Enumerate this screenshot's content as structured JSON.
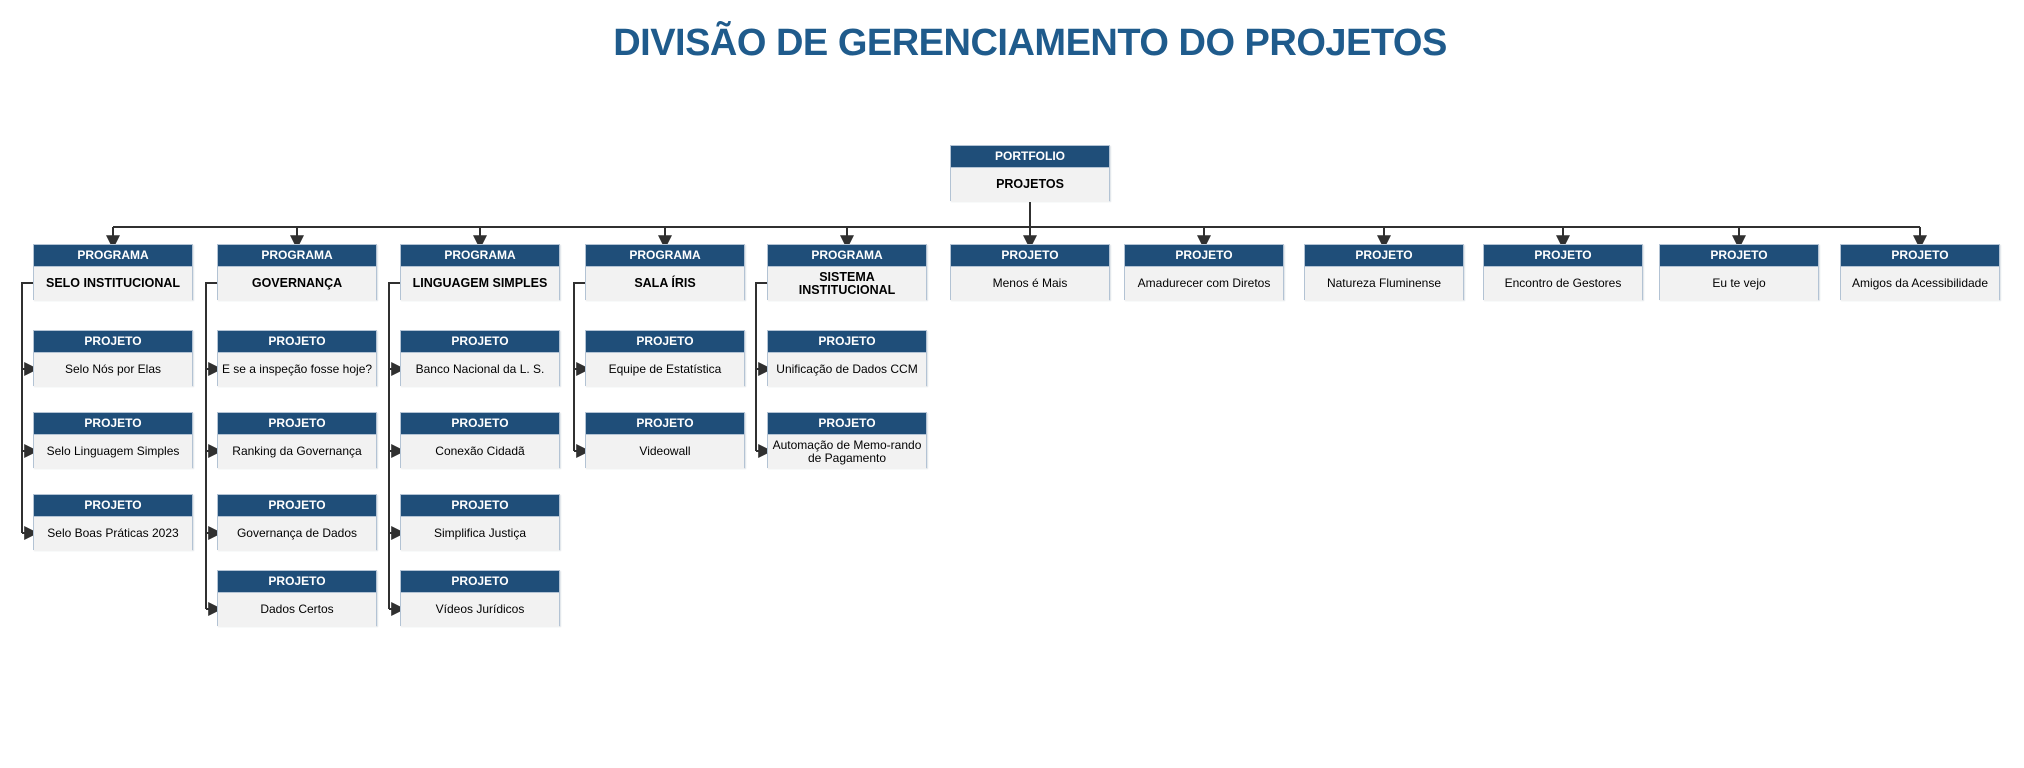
{
  "title": "DIVISÃO DE GERENCIAMENTO DO PROJETOS",
  "colors": {
    "header_bg": "#1F4E79",
    "body_bg": "#F2F2F2",
    "title": "#1F5B8C",
    "connector": "#303030"
  },
  "root": {
    "type_label": "PORTFOLIO",
    "name": "PROJETOS"
  },
  "columns": [
    {
      "type_label": "PROGRAMA",
      "name": "SELO INSTITUCIONAL",
      "children": [
        {
          "type_label": "PROJETO",
          "name": "Selo Nós por Elas"
        },
        {
          "type_label": "PROJETO",
          "name": "Selo Linguagem Simples"
        },
        {
          "type_label": "PROJETO",
          "name": "Selo Boas Práticas 2023"
        }
      ]
    },
    {
      "type_label": "PROGRAMA",
      "name": "GOVERNANÇA",
      "children": [
        {
          "type_label": "PROJETO",
          "name": "E se a inspeção fosse hoje?"
        },
        {
          "type_label": "PROJETO",
          "name": "Ranking da Governança"
        },
        {
          "type_label": "PROJETO",
          "name": "Governança de Dados"
        },
        {
          "type_label": "PROJETO",
          "name": "Dados Certos"
        }
      ]
    },
    {
      "type_label": "PROGRAMA",
      "name": "LINGUAGEM SIMPLES",
      "children": [
        {
          "type_label": "PROJETO",
          "name": "Banco Nacional da L. S."
        },
        {
          "type_label": "PROJETO",
          "name": "Conexão Cidadã"
        },
        {
          "type_label": "PROJETO",
          "name": "Simplifica Justiça"
        },
        {
          "type_label": "PROJETO",
          "name": "Vídeos Jurídicos"
        }
      ]
    },
    {
      "type_label": "PROGRAMA",
      "name": "SALA ÍRIS",
      "children": [
        {
          "type_label": "PROJETO",
          "name": "Equipe de Estatística"
        },
        {
          "type_label": "PROJETO",
          "name": "Videowall"
        }
      ]
    },
    {
      "type_label": "PROGRAMA",
      "name": "SISTEMA INSTITUCIONAL",
      "children": [
        {
          "type_label": "PROJETO",
          "name": "Unificação de Dados CCM"
        },
        {
          "type_label": "PROJETO",
          "name": "Automação de Memo-rando de Pagamento"
        }
      ]
    },
    {
      "type_label": "PROJETO",
      "name": "Menos é Mais",
      "children": []
    },
    {
      "type_label": "PROJETO",
      "name": "Amadurecer com Diretos",
      "children": []
    },
    {
      "type_label": "PROJETO",
      "name": "Natureza Fluminense",
      "children": []
    },
    {
      "type_label": "PROJETO",
      "name": "Encontro de Gestores",
      "children": []
    },
    {
      "type_label": "PROJETO",
      "name": "Eu te vejo",
      "children": []
    },
    {
      "type_label": "PROJETO",
      "name": "Amigos da Acessibilidade",
      "children": []
    }
  ]
}
